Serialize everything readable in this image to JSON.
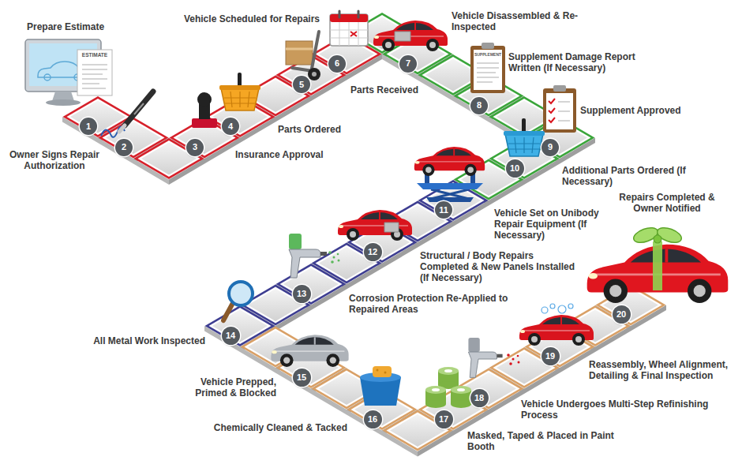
{
  "diagram": {
    "nodes": [
      {
        "text": [
          "1",
          "Prepare Estimate"
        ]
      },
      {
        "text": [
          "2",
          "Owner Signs Repair Authorization"
        ]
      },
      {
        "text": [
          "3",
          "Insurance Approval"
        ]
      },
      {
        "text": [
          "4",
          "Parts Ordered"
        ]
      },
      {
        "text": [
          "5",
          "Parts Received"
        ]
      },
      {
        "text": [
          "6",
          "Vehicle Scheduled for Repairs"
        ]
      },
      {
        "text": [
          "7",
          "Vehicle Disassembled & Re-Inspected"
        ]
      },
      {
        "text": [
          "8",
          "Supplement Damage Report Written (If Necessary)"
        ]
      },
      {
        "text": [
          "9",
          "Supplement Approved"
        ]
      },
      {
        "text": [
          "10",
          "Additional Parts Ordered (If Necessary)"
        ]
      },
      {
        "text": [
          "11",
          "Vehicle Set on Unibody Repair Equipment (If Necessary)"
        ]
      },
      {
        "text": [
          "12",
          "Structural / Body Repairs Completed & New Panels Installed (If Necessary)"
        ]
      },
      {
        "text": [
          "13",
          "Corrosion Protection Re-Applied to Repaired Areas"
        ]
      },
      {
        "text": [
          "14",
          "All Metal Work Inspected"
        ]
      },
      {
        "text": [
          "15",
          "Vehicle Prepped, Primed & Blocked"
        ]
      },
      {
        "text": [
          "16",
          "Chemically Cleaned & Tacked"
        ]
      },
      {
        "text": [
          "17",
          "Masked, Taped & Placed in Paint Booth"
        ]
      },
      {
        "text": [
          "18",
          "Vehicle Undergoes Multi-Step Refinishing Process"
        ]
      },
      {
        "text": [
          "19",
          "Reassembly, Wheel Alignment, Detailing & Final Inspection"
        ]
      },
      {
        "text": [
          "20",
          "Repairs Completed & Owner Notified"
        ]
      }
    ],
    "labels": [
      "ESTIMATE",
      "SUPPLEMENT"
    ]
  }
}
